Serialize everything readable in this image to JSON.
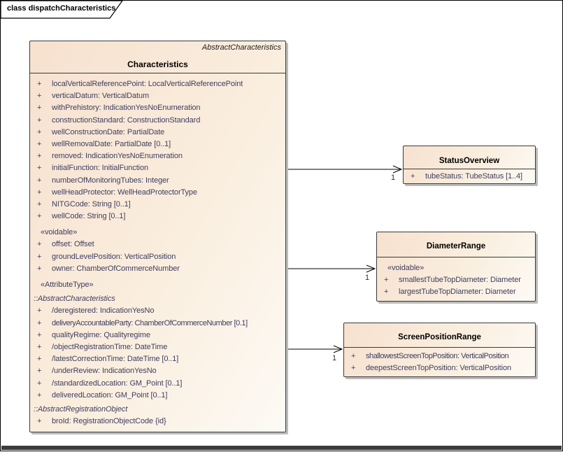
{
  "frame": {
    "title": "class dispatchCharacteristics"
  },
  "colors": {
    "box_fill_start": "#f7e1cf",
    "box_fill_end": "#fdfaf5",
    "box_border": "#3a3a3a",
    "attr_text": "#3e3e60",
    "shadow": "#bcbcbc",
    "connector": "#000000"
  },
  "classes": [
    {
      "id": "characteristics",
      "stereotype_header": "AbstractCharacteristics",
      "name": "Characteristics",
      "items": [
        {
          "kind": "attr",
          "visibility": "+",
          "text": "localVerticalReferencePoint: LocalVerticalReferencePoint"
        },
        {
          "kind": "attr",
          "visibility": "+",
          "text": "verticalDatum: VerticalDatum"
        },
        {
          "kind": "attr",
          "visibility": "+",
          "text": "withPrehistory: IndicationYesNoEnumeration"
        },
        {
          "kind": "attr",
          "visibility": "+",
          "text": "constructionStandard: ConstructionStandard"
        },
        {
          "kind": "attr",
          "visibility": "+",
          "text": "wellConstructionDate: PartialDate"
        },
        {
          "kind": "attr",
          "visibility": "+",
          "text": "wellRemovalDate: PartialDate [0..1]"
        },
        {
          "kind": "attr",
          "visibility": "+",
          "text": "removed: IndicationYesNoEnumeration"
        },
        {
          "kind": "attr",
          "visibility": "+",
          "text": "initialFunction: InitialFunction"
        },
        {
          "kind": "attr",
          "visibility": "+",
          "text": "numberOfMonitoringTubes: Integer"
        },
        {
          "kind": "attr",
          "visibility": "+",
          "text": "wellHeadProtector: WellHeadProtectorType"
        },
        {
          "kind": "attr",
          "visibility": "+",
          "text": "NITGCode: String [0..1]"
        },
        {
          "kind": "attr",
          "visibility": "+",
          "text": "wellCode: String [0..1]"
        },
        {
          "kind": "stereotype",
          "text": "«voidable»"
        },
        {
          "kind": "attr",
          "visibility": "+",
          "text": "offset: Offset"
        },
        {
          "kind": "attr",
          "visibility": "+",
          "text": "groundLevelPosition: VerticalPosition"
        },
        {
          "kind": "attr",
          "visibility": "+",
          "text": "owner: ChamberOfCommerceNumber"
        },
        {
          "kind": "stereotype",
          "text": "«AttributeType»"
        },
        {
          "kind": "scope",
          "text": "::AbstractCharacteristics"
        },
        {
          "kind": "attr",
          "visibility": "+",
          "text": "/deregistered: IndicationYesNo"
        },
        {
          "kind": "attr",
          "visibility": "+",
          "text": "deliveryAccountableParty: ChamberOfCommerceNumber [0.1]"
        },
        {
          "kind": "attr",
          "visibility": "+",
          "text": "qualityRegime: Qualityregime"
        },
        {
          "kind": "attr",
          "visibility": "+",
          "text": "/objectRegistrationTime: DateTime"
        },
        {
          "kind": "attr",
          "visibility": "+",
          "text": "/latestCorrectionTime: DateTime [0..1]"
        },
        {
          "kind": "attr",
          "visibility": "+",
          "text": "/underReview: IndicationYesNo"
        },
        {
          "kind": "attr",
          "visibility": "+",
          "text": "/standardizedLocation: GM_Point [0..1]"
        },
        {
          "kind": "attr",
          "visibility": "+",
          "text": "deliveredLocation: GM_Point [0..1]"
        },
        {
          "kind": "scope",
          "text": "::AbstractRegistrationObject"
        },
        {
          "kind": "attr",
          "visibility": "+",
          "text": "broId: RegistrationObjectCode {id}"
        }
      ]
    },
    {
      "id": "statusOverview",
      "name": "StatusOverview",
      "items": [
        {
          "kind": "attr",
          "visibility": "+",
          "text": "tubeStatus: TubeStatus [1..4]"
        }
      ]
    },
    {
      "id": "diameterRange",
      "name": "DiameterRange",
      "items": [
        {
          "kind": "stereotype",
          "text": "«voidable»"
        },
        {
          "kind": "attr",
          "visibility": "+",
          "text": "smallestTubeTopDiameter: Diameter"
        },
        {
          "kind": "attr",
          "visibility": "+",
          "text": "largestTubeTopDiameter: Diameter"
        }
      ]
    },
    {
      "id": "screenPositionRange",
      "name": "ScreenPositionRange",
      "items": [
        {
          "kind": "attr",
          "visibility": "+",
          "text": "shallowestScreenTopPosition: VerticalPosition"
        },
        {
          "kind": "attr",
          "visibility": "+",
          "text": "deepestScreenTopPosition: VerticalPosition"
        }
      ]
    }
  ],
  "connectors": [
    {
      "from": "Characteristics",
      "to": "StatusOverview",
      "multiplicity": "1"
    },
    {
      "from": "Characteristics",
      "to": "DiameterRange",
      "multiplicity": "1"
    },
    {
      "from": "Characteristics",
      "to": "ScreenPositionRange",
      "multiplicity": "1"
    }
  ]
}
